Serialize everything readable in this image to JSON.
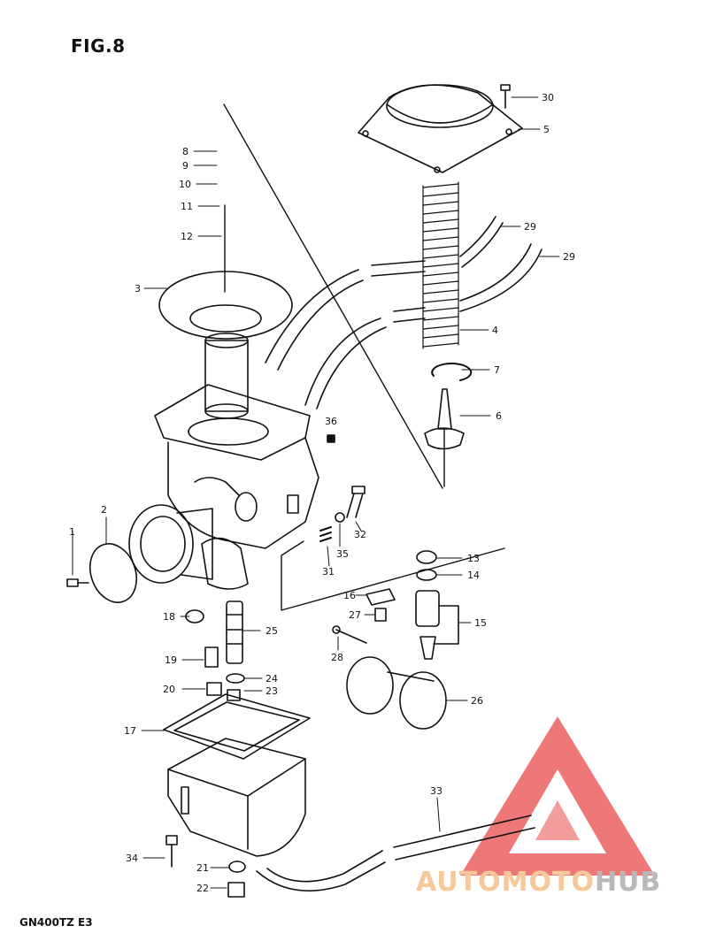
{
  "figure": {
    "title": "FIG.8",
    "model": "GN400TZ E3"
  },
  "watermark": {
    "brand_part1": "AUTOMOTO",
    "brand_part2": "HUB",
    "color_primary": "#f6c89a",
    "color_secondary": "#b9b9b9",
    "logo_color": "#e84a4a"
  },
  "callouts": [
    {
      "id": "c30",
      "label": "30"
    },
    {
      "id": "c5",
      "label": "5"
    },
    {
      "id": "c8",
      "label": "8"
    },
    {
      "id": "c9",
      "label": "9"
    },
    {
      "id": "c10",
      "label": "10"
    },
    {
      "id": "c11",
      "label": "11"
    },
    {
      "id": "c12",
      "label": "12"
    },
    {
      "id": "c29a",
      "label": "29"
    },
    {
      "id": "c29b",
      "label": "29"
    },
    {
      "id": "c3",
      "label": "3"
    },
    {
      "id": "c4",
      "label": "4"
    },
    {
      "id": "c7",
      "label": "7"
    },
    {
      "id": "c6",
      "label": "6"
    },
    {
      "id": "c36",
      "label": "36"
    },
    {
      "id": "c2",
      "label": "2"
    },
    {
      "id": "c32",
      "label": "32"
    },
    {
      "id": "c1",
      "label": "1"
    },
    {
      "id": "c35",
      "label": "35"
    },
    {
      "id": "c31",
      "label": "31"
    },
    {
      "id": "c13",
      "label": "13"
    },
    {
      "id": "c14",
      "label": "14"
    },
    {
      "id": "c16",
      "label": "16"
    },
    {
      "id": "c27",
      "label": "27"
    },
    {
      "id": "c15",
      "label": "15"
    },
    {
      "id": "c18",
      "label": "18"
    },
    {
      "id": "c25",
      "label": "25"
    },
    {
      "id": "c28",
      "label": "28"
    },
    {
      "id": "c19",
      "label": "19"
    },
    {
      "id": "c24",
      "label": "24"
    },
    {
      "id": "c20",
      "label": "20"
    },
    {
      "id": "c23",
      "label": "23"
    },
    {
      "id": "c26",
      "label": "26"
    },
    {
      "id": "c17",
      "label": "17"
    },
    {
      "id": "c33",
      "label": "33"
    },
    {
      "id": "c34",
      "label": "34"
    },
    {
      "id": "c21",
      "label": "21"
    },
    {
      "id": "c22",
      "label": "22"
    }
  ]
}
